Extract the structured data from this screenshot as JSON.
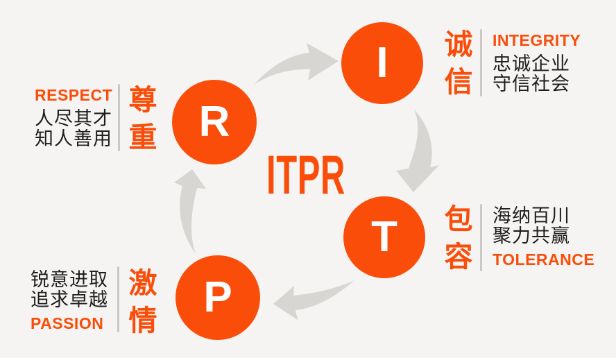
{
  "title": "ITPR",
  "colors": {
    "accent_orange": "#fa4d0a",
    "background": "#f5f4f2",
    "arrow_gray": "#d7d6d3",
    "divider_gray": "#c9c8c5",
    "text_dark": "#1e1e1e",
    "circle_letter": "#ffffff"
  },
  "items": [
    {
      "id": "integrity",
      "letter": "I",
      "cn_chars": [
        "诚",
        "信"
      ],
      "english": "INTEGRITY",
      "lines": [
        "忠诚企业",
        "守信社会"
      ]
    },
    {
      "id": "tolerance",
      "letter": "T",
      "cn_chars": [
        "包",
        "容"
      ],
      "english": "TOLERANCE",
      "lines": [
        "海纳百川",
        "聚力共赢"
      ]
    },
    {
      "id": "passion",
      "letter": "P",
      "cn_chars": [
        "激",
        "情"
      ],
      "english": "PASSION",
      "lines": [
        "锐意进取",
        "追求卓越"
      ]
    },
    {
      "id": "respect",
      "letter": "R",
      "cn_chars": [
        "尊",
        "重"
      ],
      "english": "RESPECT",
      "lines": [
        "人尽其才",
        "知人善用"
      ]
    }
  ]
}
